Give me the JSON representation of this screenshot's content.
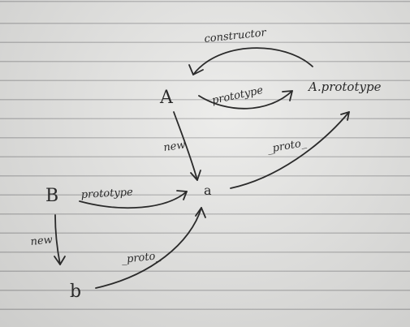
{
  "diagram": {
    "nodes": {
      "A": "A",
      "A_prototype": "A.prototype",
      "a": "a",
      "B": "B",
      "b": "b"
    },
    "edges": {
      "constructor": "constructor",
      "prototype_top": "prototype",
      "new_A": "new",
      "proto_a": "_proto_",
      "prototype_B": "prototype",
      "new_B": "new",
      "proto_b": "_proto_"
    }
  }
}
